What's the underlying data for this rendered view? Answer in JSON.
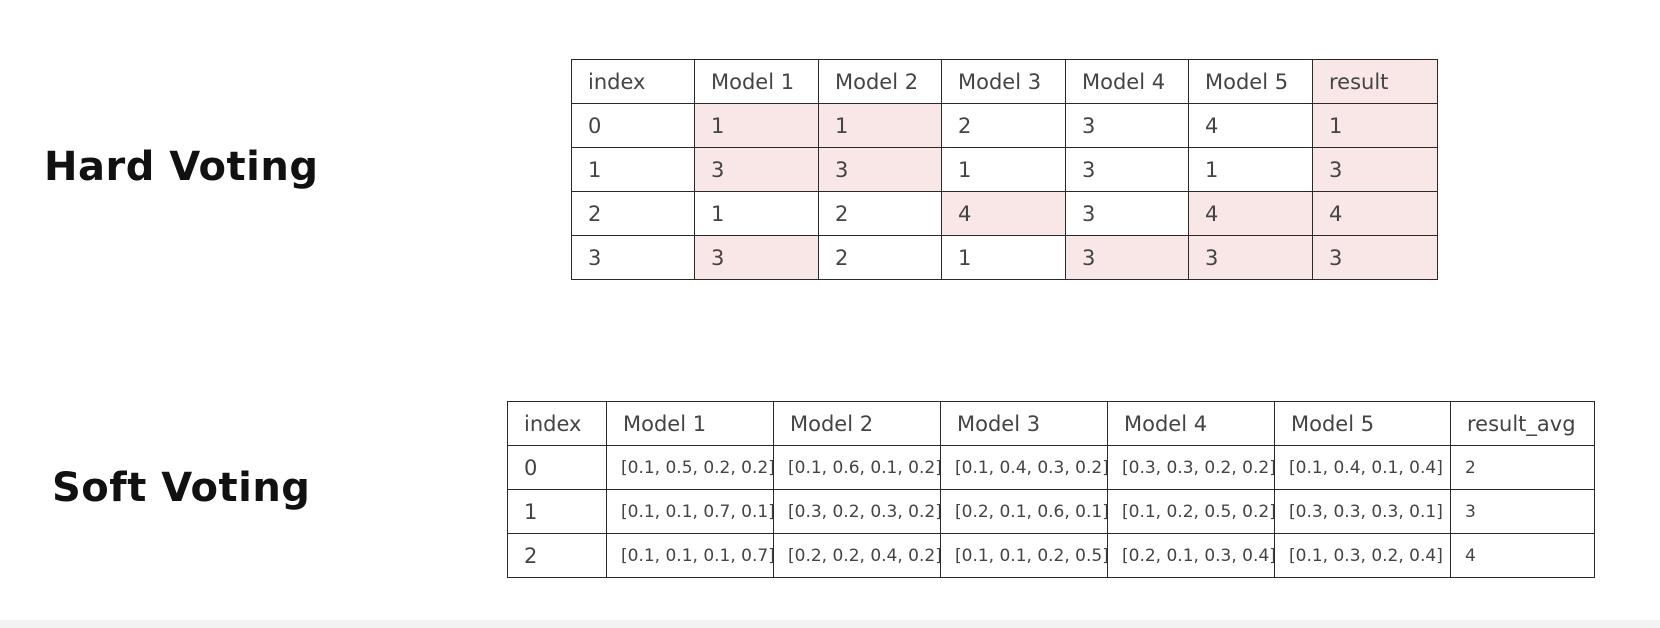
{
  "hard_voting": {
    "title": "Hard Voting",
    "columns": [
      "index",
      "Model 1",
      "Model 2",
      "Model 3",
      "Model 4",
      "Model 5",
      "result"
    ],
    "rows": [
      {
        "cells": [
          "0",
          "1",
          "1",
          "2",
          "3",
          "4",
          "1"
        ],
        "highlighted_columns": [
          1,
          2,
          6
        ]
      },
      {
        "cells": [
          "1",
          "3",
          "3",
          "1",
          "3",
          "1",
          "3"
        ],
        "highlighted_columns": [
          1,
          2,
          6
        ]
      },
      {
        "cells": [
          "2",
          "1",
          "2",
          "4",
          "3",
          "4",
          "4"
        ],
        "highlighted_columns": [
          3,
          5,
          6
        ]
      },
      {
        "cells": [
          "3",
          "3",
          "2",
          "1",
          "3",
          "3",
          "3"
        ],
        "highlighted_columns": [
          1,
          4,
          5,
          6
        ]
      }
    ],
    "header_highlighted_columns": [
      6
    ],
    "highlight_color": "#f9e6e7"
  },
  "soft_voting": {
    "title": "Soft Voting",
    "columns": [
      "index",
      "Model 1",
      "Model 2",
      "Model 3",
      "Model 4",
      "Model 5",
      "result_avg"
    ],
    "rows": [
      {
        "cells": [
          "0",
          "[0.1, 0.5, 0.2, 0.2]",
          "[0.1, 0.6, 0.1, 0.2]",
          "[0.1, 0.4, 0.3, 0.2]",
          "[0.3, 0.3, 0.2, 0.2]",
          "[0.1, 0.4, 0.1, 0.4]",
          "2"
        ]
      },
      {
        "cells": [
          "1",
          "[0.1, 0.1, 0.7, 0.1]",
          "[0.3, 0.2, 0.3, 0.2]",
          "[0.2, 0.1, 0.6, 0.1]",
          "[0.1, 0.2, 0.5, 0.2]",
          "[0.3, 0.3, 0.3, 0.1]",
          "3"
        ]
      },
      {
        "cells": [
          "2",
          "[0.1, 0.1, 0.1, 0.7]",
          "[0.2, 0.2, 0.4, 0.2]",
          "[0.1, 0.1, 0.2, 0.5]",
          "[0.2, 0.1, 0.3, 0.4]",
          "[0.1, 0.3, 0.2, 0.4]",
          "4"
        ]
      }
    ]
  }
}
